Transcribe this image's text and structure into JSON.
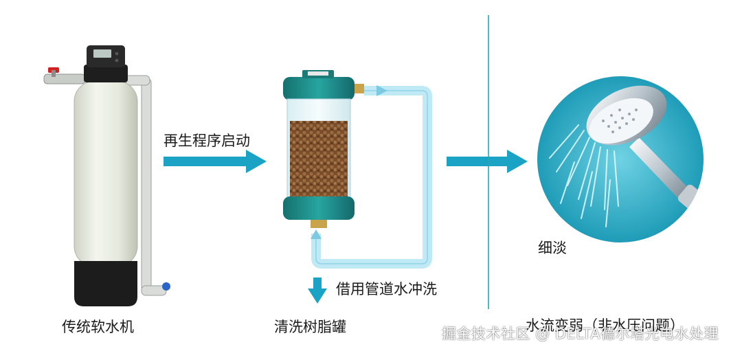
{
  "colors": {
    "accent_teal": "#1aa3c4",
    "divider": "#2aa5b8",
    "filter_cap": "#1e8e8a",
    "softener_tank": "#e9ece3",
    "softener_base": "#1c1c1c",
    "pipe": "#bfe9f4",
    "resin": "#8a5a33",
    "shower_bg": "#3fb8cf"
  },
  "icons": [
    "water-softener-icon",
    "resin-filter-canister-icon",
    "shower-head-icon"
  ],
  "arrows": {
    "regeneration": "再生程序启动",
    "backflush": "借用管道水冲洗"
  },
  "labels": {
    "softener": "传统软水机",
    "resin_tank": "清洗树脂罐",
    "thin_flow": "细淡",
    "result": "水流变弱（非水压问题）"
  },
  "watermark": "掘金技术社区 @ DELTA德尔塔光电水处理"
}
